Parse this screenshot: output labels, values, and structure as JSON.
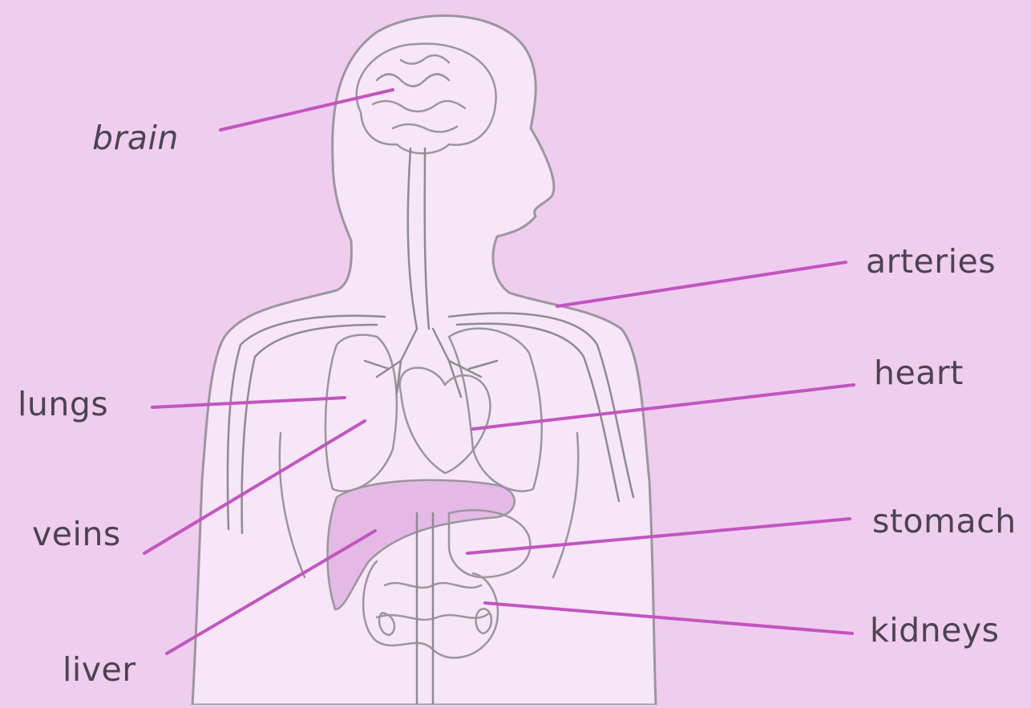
{
  "labels": {
    "brain": "brain",
    "arteries": "arteries",
    "lungs": "lungs",
    "heart": "heart",
    "veins": "veins",
    "stomach": "stomach",
    "liver": "liver",
    "kidneys": "kidneys"
  },
  "colors": {
    "background": "#efcdef",
    "leader_line": "#c255bf",
    "body_fill": "#f6e6f7",
    "outline": "#9c979e",
    "label_text": "#4a4450"
  }
}
